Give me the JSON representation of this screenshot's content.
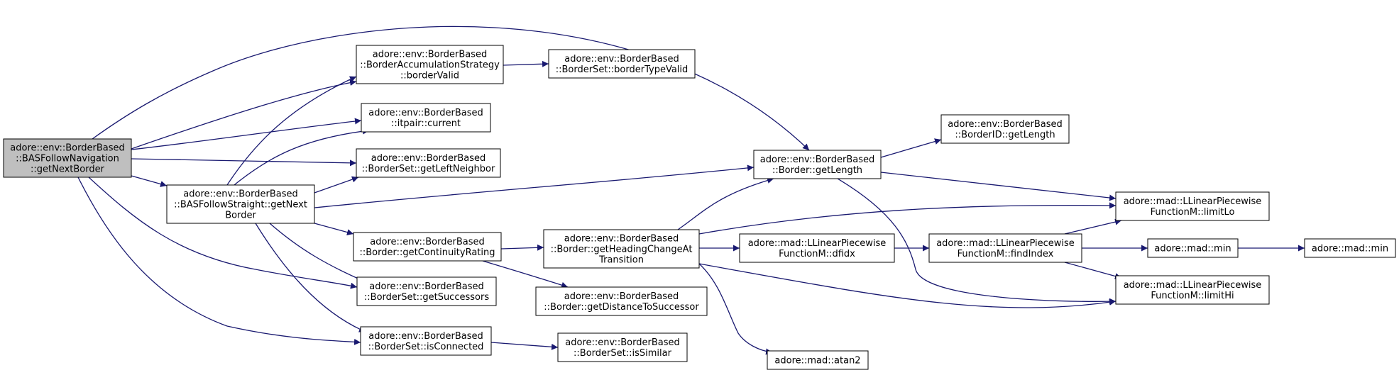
{
  "graph": {
    "colors": {
      "node_fill": "#ffffff",
      "root_fill": "#bfbfbf",
      "edge": "#191970",
      "border": "#000000"
    },
    "nodes": {
      "root": {
        "lines": [
          "adore::env::BorderBased",
          "::BASFollowNavigation",
          "::getNextBorder"
        ],
        "highlighted": true
      },
      "basfs_getnext": {
        "lines": [
          "adore::env::BorderBased",
          "::BASFollowStraight::getNext",
          "Border"
        ]
      },
      "accum_bordervalid": {
        "lines": [
          "adore::env::BorderBased",
          "::BorderAccumulationStrategy",
          "::borderValid"
        ]
      },
      "itpair_current": {
        "lines": [
          "adore::env::BorderBased",
          "::itpair::current"
        ]
      },
      "borderset_getleft": {
        "lines": [
          "adore::env::BorderBased",
          "::BorderSet::getLeftNeighbor"
        ]
      },
      "border_contrating": {
        "lines": [
          "adore::env::BorderBased",
          "::Border::getContinuityRating"
        ]
      },
      "borderset_getsucc": {
        "lines": [
          "adore::env::BorderBased",
          "::BorderSet::getSuccessors"
        ]
      },
      "borderset_isconn": {
        "lines": [
          "adore::env::BorderBased",
          "::BorderSet::isConnected"
        ]
      },
      "borderset_typevalid": {
        "lines": [
          "adore::env::BorderBased",
          "::BorderSet::borderTypeValid"
        ]
      },
      "border_headingchange": {
        "lines": [
          "adore::env::BorderBased",
          "::Border::getHeadingChangeAt",
          "Transition"
        ]
      },
      "border_distsucc": {
        "lines": [
          "adore::env::BorderBased",
          "::Border::getDistanceToSuccessor"
        ]
      },
      "borderset_issimilar": {
        "lines": [
          "adore::env::BorderBased",
          "::BorderSet::isSimilar"
        ]
      },
      "border_getlength": {
        "lines": [
          "adore::env::BorderBased",
          "::Border::getLength"
        ]
      },
      "llpf_dfidx": {
        "lines": [
          "adore::mad::LLinearPiecewise",
          "FunctionM::dfidx"
        ]
      },
      "mad_atan2": {
        "lines": [
          "adore::mad::atan2"
        ]
      },
      "borderid_getlength": {
        "lines": [
          "adore::env::BorderBased",
          "::BorderID::getLength"
        ]
      },
      "llpf_findindex": {
        "lines": [
          "adore::mad::LLinearPiecewise",
          "FunctionM::findIndex"
        ]
      },
      "llpf_limitlo": {
        "lines": [
          "adore::mad::LLinearPiecewise",
          "FunctionM::limitLo"
        ]
      },
      "llpf_limithi": {
        "lines": [
          "adore::mad::LLinearPiecewise",
          "FunctionM::limitHi"
        ]
      },
      "mad_min1": {
        "lines": [
          "adore::mad::min"
        ]
      },
      "mad_min2": {
        "lines": [
          "adore::mad::min"
        ]
      }
    },
    "edges": [
      [
        "root",
        "accum_bordervalid"
      ],
      [
        "root",
        "itpair_current"
      ],
      [
        "root",
        "borderset_getleft"
      ],
      [
        "root",
        "basfs_getnext"
      ],
      [
        "root",
        "borderset_getsucc"
      ],
      [
        "root",
        "borderset_isconn"
      ],
      [
        "root",
        "border_getlength"
      ],
      [
        "basfs_getnext",
        "accum_bordervalid"
      ],
      [
        "basfs_getnext",
        "itpair_current"
      ],
      [
        "basfs_getnext",
        "borderset_getleft"
      ],
      [
        "basfs_getnext",
        "border_contrating"
      ],
      [
        "basfs_getnext",
        "borderset_getsucc"
      ],
      [
        "basfs_getnext",
        "borderset_isconn"
      ],
      [
        "basfs_getnext",
        "border_getlength"
      ],
      [
        "accum_bordervalid",
        "borderset_typevalid"
      ],
      [
        "border_contrating",
        "border_headingchange"
      ],
      [
        "border_contrating",
        "border_distsucc"
      ],
      [
        "borderset_isconn",
        "borderset_issimilar"
      ],
      [
        "border_headingchange",
        "border_getlength"
      ],
      [
        "border_headingchange",
        "llpf_dfidx"
      ],
      [
        "border_headingchange",
        "mad_atan2"
      ],
      [
        "border_headingchange",
        "llpf_limitlo"
      ],
      [
        "border_headingchange",
        "llpf_limithi"
      ],
      [
        "border_getlength",
        "borderid_getlength"
      ],
      [
        "border_getlength",
        "llpf_limitlo"
      ],
      [
        "border_getlength",
        "llpf_limithi"
      ],
      [
        "llpf_dfidx",
        "llpf_findindex"
      ],
      [
        "llpf_findindex",
        "llpf_limitlo"
      ],
      [
        "llpf_findindex",
        "llpf_limithi"
      ],
      [
        "llpf_findindex",
        "mad_min1"
      ],
      [
        "mad_min1",
        "mad_min2"
      ]
    ]
  }
}
